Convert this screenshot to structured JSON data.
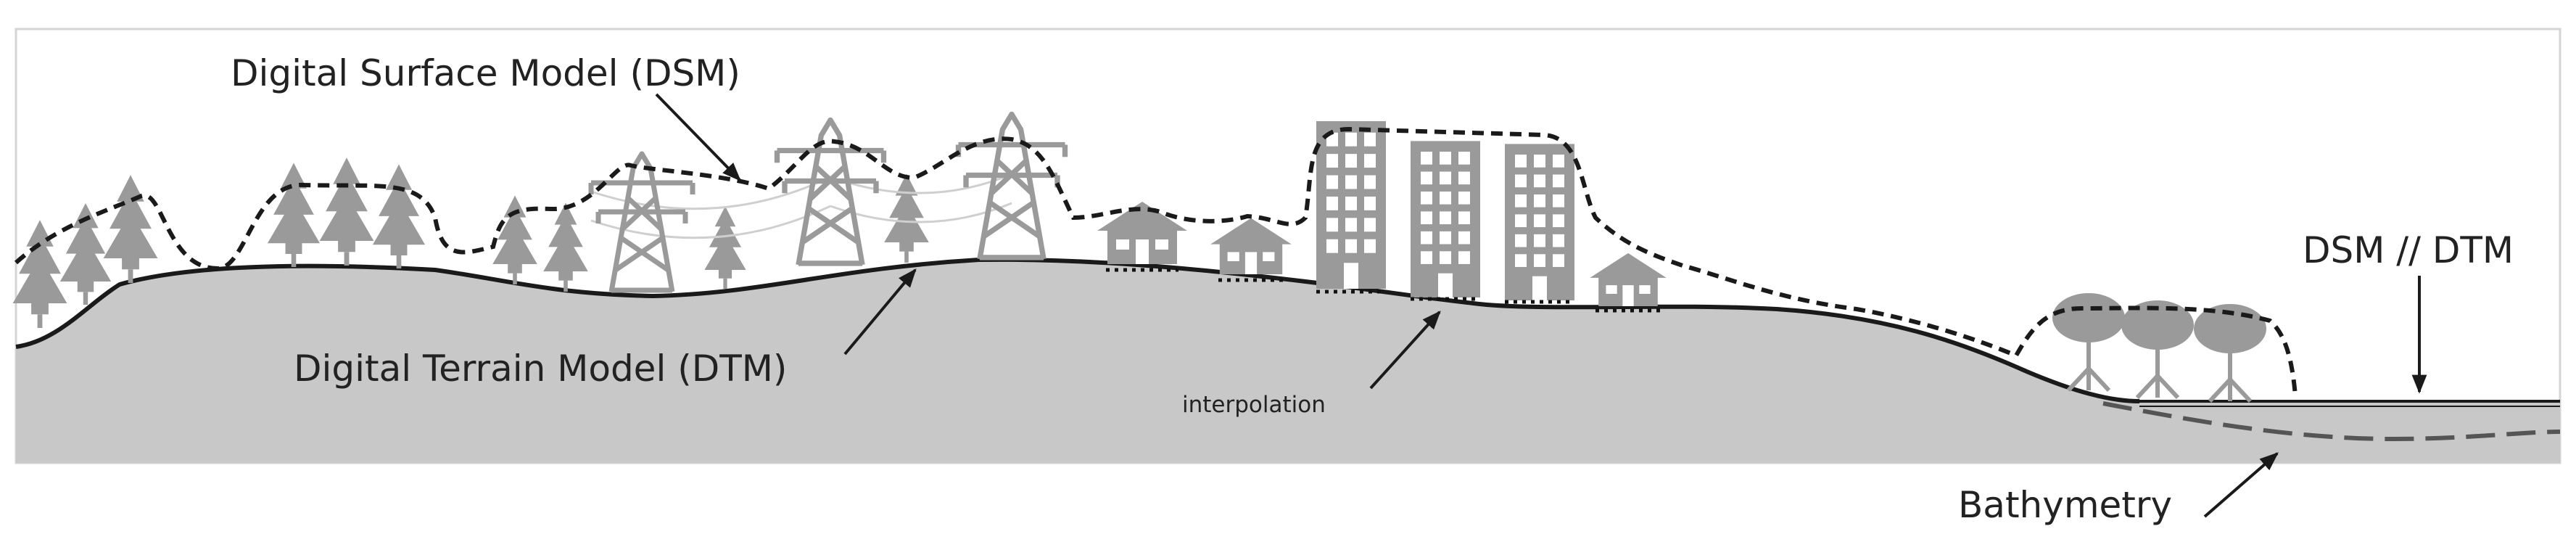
{
  "labels": {
    "dsm": "Digital Surface Model (DSM)",
    "dtm": "Digital Terrain Model (DTM)",
    "interpolation": "interpolation",
    "dsm_dtm": "DSM // DTM",
    "bathymetry": "Bathymetry"
  },
  "colors": {
    "ground": "#c8c8c8",
    "objects": "#9a9a9a",
    "lines": "#1a1a1a",
    "frame": "#d4d4d4"
  },
  "icons": [
    "conifer-tree-icon",
    "power-pylon-icon",
    "house-icon",
    "apartment-building-icon",
    "deciduous-tree-icon",
    "arrow-icon"
  ]
}
